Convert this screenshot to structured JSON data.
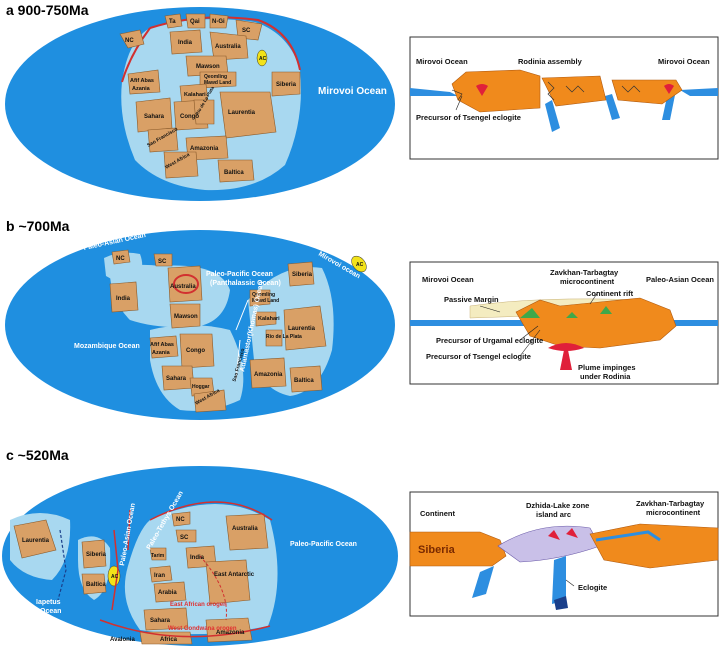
{
  "panels": [
    {
      "title": "a 900-750Ma",
      "map_labels": {
        "nc": "NC",
        "ta": "Ta",
        "qai": "Qai",
        "ngi": "N-Gi",
        "sc": "SC",
        "india": "India",
        "australia": "Australia",
        "ac": "AC",
        "mawson": "Mawson",
        "qmla": "Qeomling",
        "qmlb": "Mawd Land",
        "afif": "Afif Abas",
        "azania": "Azania",
        "kalahari": "Kalahari",
        "siberia": "Siberia",
        "sahara": "Sahara",
        "congo": "Congo",
        "rio": "Rio de La Plata",
        "laurentia": "Laurentia",
        "amazonia": "Amazonia",
        "saofr": "Sao Francisco",
        "westafrica": "West Africa",
        "baltica": "Baltica",
        "ocean": "Mirovoi Ocean"
      },
      "section_labels": {
        "left_ocean": "Mirovoi Ocean",
        "assembly": "Rodinia assembly",
        "right_ocean": "Mirovoi Ocean",
        "precursor": "Precursor of Tsengel eclogite"
      }
    },
    {
      "title": "b ~700Ma",
      "map_labels": {
        "paleoasian": "Paleo-Asian Ocean",
        "nc": "NC",
        "sc": "SC",
        "india": "India",
        "australia": "Australia",
        "mawson": "Mawson",
        "paleopacific": "Paleo-Pacific Ocean",
        "panthalassic": "(Panthalassic Ocean)",
        "mirovoi": "Mirovoi ocean",
        "ac": "AC",
        "siberia": "Siberia",
        "qmla": "Qeomling",
        "qmlb": "Mawd Land",
        "kalahari": "Kalahari",
        "rio": "Rio de La Plata",
        "laurentia": "Laurentia",
        "mozambique": "Mozambique Ocean",
        "afif": "Afif Abas",
        "azania": "Azania",
        "congo": "Congo",
        "adamastor": "Adamastor(Khomas) Ocean",
        "sahara": "Sahara",
        "hoggar": "Hoggar",
        "westafrica": "West Africa",
        "saofr": "Sao Francisco",
        "amazonia": "Amazonia",
        "baltica": "Baltica"
      },
      "section_labels": {
        "left_ocean": "Mirovoi Ocean",
        "zavkhan1": "Zavkhan-Tarbagtay",
        "zavkhan2": "microcontinent",
        "right_ocean": "Paleo-Asian Ocean",
        "passive": "Passive Margin",
        "rift": "Continent rift",
        "urgamal": "Precursor of Urgamal eclogite",
        "tsengel": "Precursor of Tsengel eclogite",
        "plume1": "Plume impinges",
        "plume2": "under Rodinia"
      }
    },
    {
      "title": "c ~520Ma",
      "map_labels": {
        "laurentia": "Laurentia",
        "siberia": "Siberia",
        "ac": "AC",
        "baltica": "Baltica",
        "iapetus1": "Iapetus",
        "iapetus2": "Ocean",
        "paleoasian": "Paleo-Asian Ocean",
        "tethys": "Paleo-Tethys Ocean",
        "nc": "NC",
        "sc": "SC",
        "australia": "Australia",
        "india": "India",
        "tarim": "Tarim",
        "iran": "Iran",
        "arabia": "Arabia",
        "eastant": "East Antarctic",
        "eastafrican": "East African orogen",
        "sahara": "Sahara",
        "westgondwana": "West Gondwana orogen",
        "avalonia": "Avalonia",
        "africa": "Africa",
        "amazonia": "Amazonia",
        "paleopacific": "Paleo-Pacific Ocean"
      },
      "section_labels": {
        "continent": "Continent",
        "dzhida1": "Dzhida-Lake zone",
        "dzhida2": "island arc",
        "zavkhan1": "Zavkhan-Tarbagtay",
        "zavkhan2": "microcontinent",
        "siberia": "Siberia",
        "eclogite": "Eclogite"
      }
    }
  ],
  "colors": {
    "ocean": "#1f8fe0",
    "shelf": "#a8d8f0",
    "continent": "#d9a066",
    "section_orange": "#f08a1c",
    "plume": "#e0203a",
    "margin": "#d23030"
  }
}
